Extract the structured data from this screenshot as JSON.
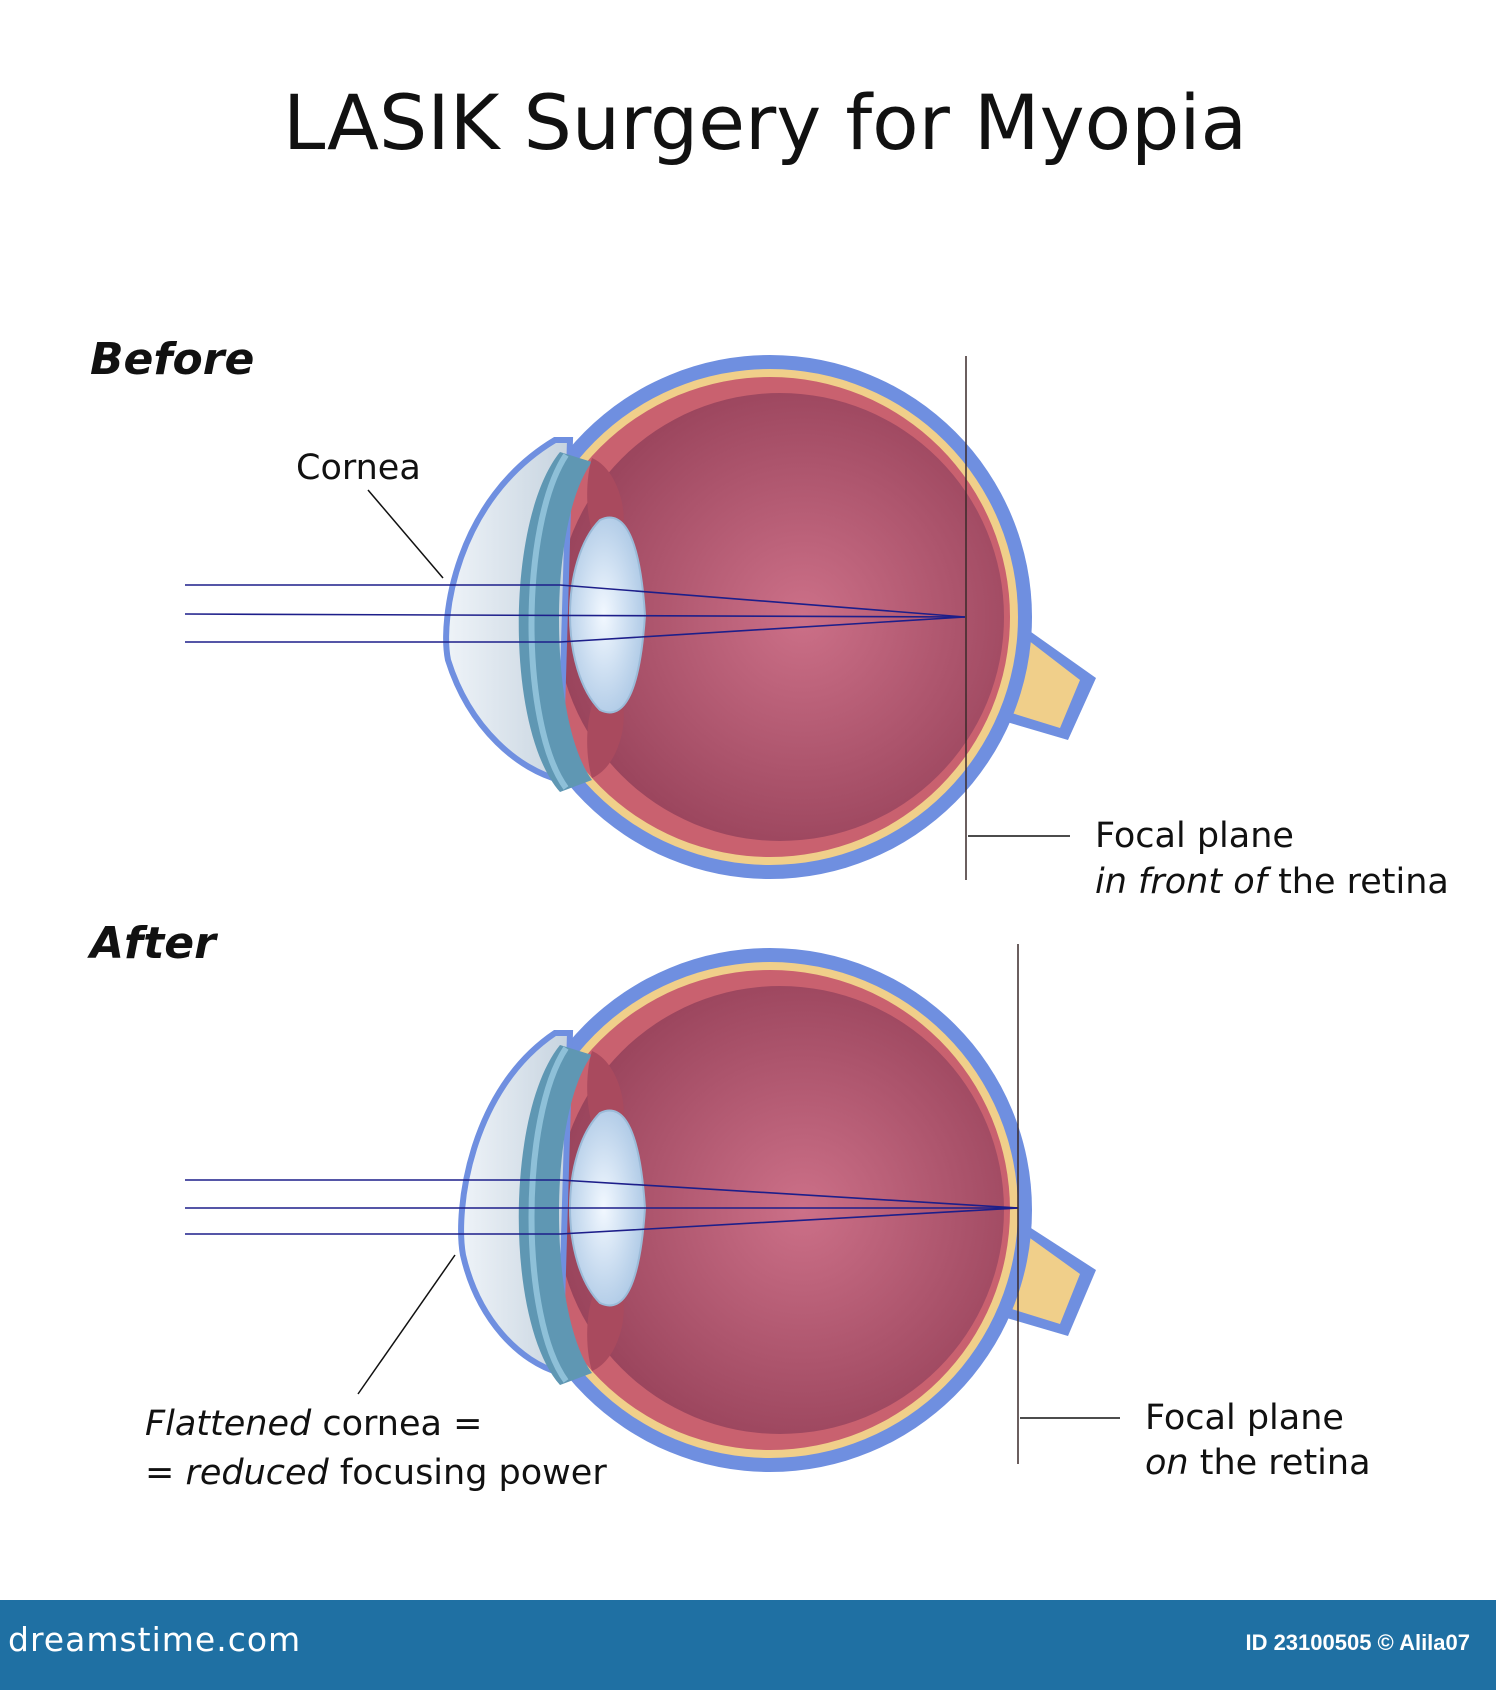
{
  "title": "LASIK Surgery for Myopia",
  "before": {
    "section_label": "Before",
    "cornea_label": "Cornea",
    "focal_line1": "Focal plane",
    "focal_line2_em": "in front of",
    "focal_line2_rest": " the retina"
  },
  "after": {
    "section_label": "After",
    "cornea_line1_em": "Flattened",
    "cornea_line1_rest": " cornea =",
    "cornea_line2_prefix": "= ",
    "cornea_line2_em": "reduced",
    "cornea_line2_rest": " focusing power",
    "focal_line1": "Focal plane",
    "focal_line2_em": "on",
    "focal_line2_rest": " the retina"
  },
  "footer": {
    "logo": "dreamstime.com",
    "id_text": "ID 23100505 © Alila07"
  },
  "colors": {
    "sclera": "#6f8fe0",
    "retina": "#f0cf8a",
    "choroid": "#c9616f",
    "vitreous": "#b2566e",
    "lens": "#d7e8f8",
    "iris": "#5f97b3",
    "ray": "#1d1e8a",
    "footer": "#1f70a3"
  }
}
